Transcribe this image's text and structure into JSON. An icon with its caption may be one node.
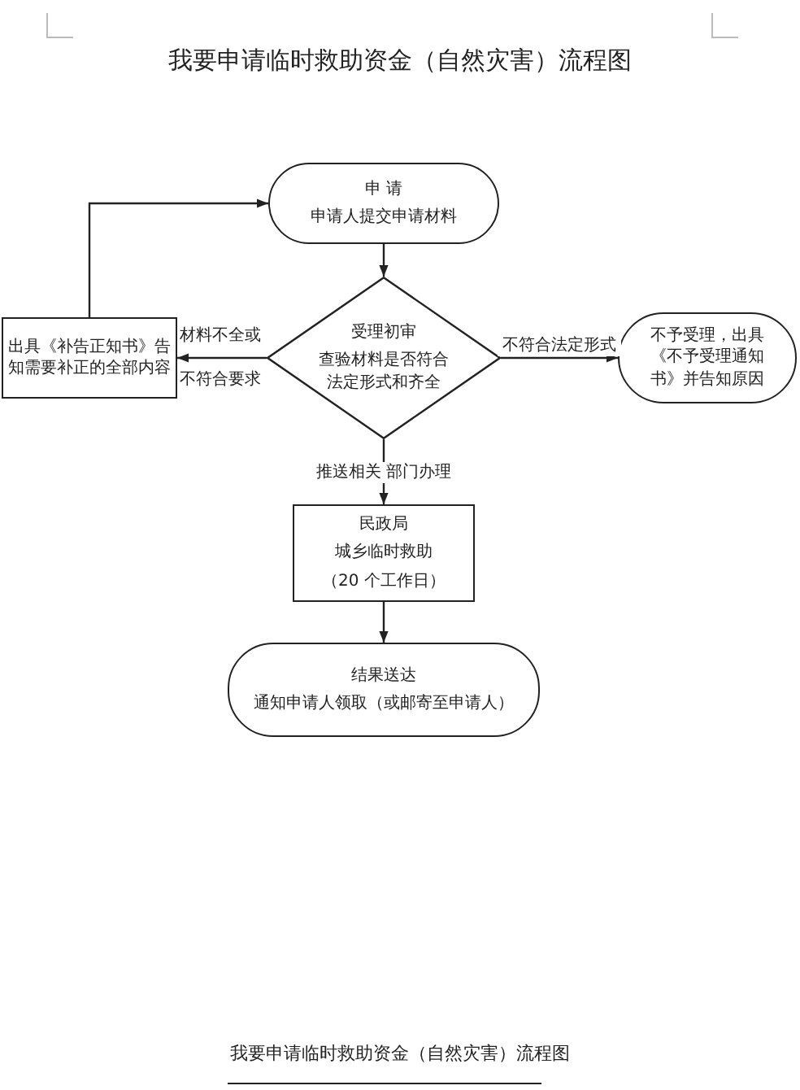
{
  "diagram": {
    "title": "我要申请临时救助资金（自然灾害）流程图",
    "caption": "我要申请临时救助资金（自然灾害）流程图",
    "nodes": [
      {
        "text": [
          "申 请",
          "申请人提交申请材料"
        ]
      },
      {
        "text": [
          "受理初审",
          "查验材料是否符合法定形式和齐全"
        ]
      },
      {
        "text": [
          "出具《补告正知书》告知需要补正的全部内容"
        ]
      },
      {
        "text": [
          "不予受理，出具《不予受理通知书》并告知原因"
        ]
      },
      {
        "text": [
          "民政局",
          "城乡临时救助",
          "（20 个工作日）"
        ]
      },
      {
        "text": [
          "结果送达",
          "通知申请人领取（或邮寄至申请人）"
        ]
      }
    ],
    "edges": [
      {
        "from": 0,
        "to": 1,
        "arrow": "to"
      },
      {
        "from": 1,
        "to": 2,
        "arrow": "to",
        "label": "材料不全或不符合要求"
      },
      {
        "from": 1,
        "to": 3,
        "arrow": "to",
        "label": "不符合法定形式"
      },
      {
        "from": 2,
        "to": 0,
        "arrow": "to"
      },
      {
        "from": 1,
        "to": 4,
        "arrow": "to",
        "label": "推送相关 部门办理"
      },
      {
        "from": 4,
        "to": 5,
        "arrow": "to"
      }
    ]
  }
}
